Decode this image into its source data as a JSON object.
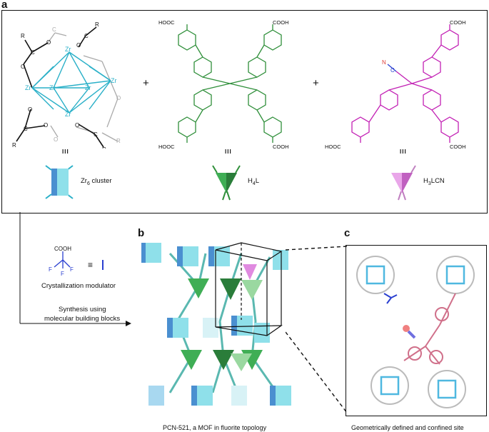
{
  "panels": {
    "a": "a",
    "b": "b",
    "c": "c"
  },
  "components": {
    "cluster": {
      "label": "Zr",
      "sub": "6",
      "suffix": " cluster",
      "roman": "III"
    },
    "linker1": {
      "label": "H",
      "sub": "4",
      "suffix": "L",
      "roman": "III"
    },
    "linker2": {
      "label": "H",
      "sub": "3",
      "suffix": "LCN",
      "roman": "III"
    },
    "plus": "+"
  },
  "cluster_atoms": {
    "zr": "Zr",
    "o": "O",
    "r": "R",
    "c": "C"
  },
  "linker_groups": {
    "cooh": "COOH",
    "hooc": "HOOC",
    "n": "N",
    "c": "C"
  },
  "modulator": {
    "cooh": "COOH",
    "f": "F",
    "equiv": "≡",
    "caption": "Crystallization modulator"
  },
  "synthesis": {
    "line1": "Synthesis using",
    "line2": "molecular building blocks"
  },
  "captions": {
    "b": "PCN-521, a MOF in fluorite topology",
    "c": "Geometrically defined and confined site"
  },
  "colors": {
    "cluster": "#2ab0c8",
    "linker1": "#2f8f3a",
    "linker2": "#c21fb4",
    "cube_front": "#8fe0ea",
    "cube_side": "#4a8fd0",
    "tet_green": "#3fae55",
    "tet_pink": "#e08ae0",
    "modulator": "#2a3fd0",
    "site_pink": "#d0708a"
  }
}
